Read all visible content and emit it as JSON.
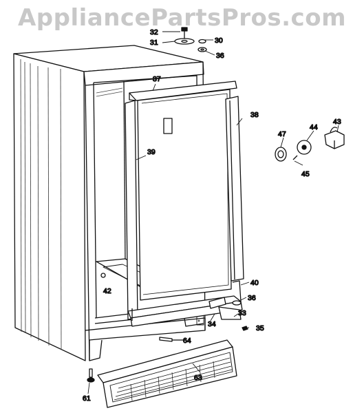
{
  "watermark": "AppliancePartsPros.com",
  "callouts": {
    "p30": "30",
    "p31": "31",
    "p32": "32",
    "p33": "33",
    "p34": "34",
    "p35": "35",
    "p36_top": "36",
    "p36_bottom": "36",
    "p37": "37",
    "p38": "38",
    "p39": "39",
    "p40": "40",
    "p42": "42",
    "p43": "43",
    "p44": "44",
    "p45": "45",
    "p47": "47",
    "p61": "61",
    "p63": "63",
    "p64": "64"
  }
}
